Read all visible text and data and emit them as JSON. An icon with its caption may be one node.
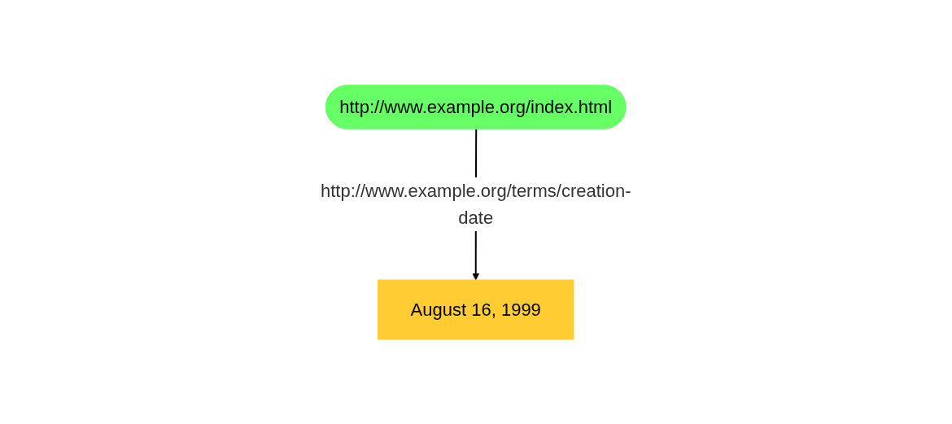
{
  "diagram": {
    "nodes": [
      {
        "text": [
          "http://www.example.org/index.html"
        ]
      },
      {
        "text": [
          "August 16, 1999"
        ]
      }
    ],
    "edges": [
      {
        "from": 0,
        "to": 1,
        "arrow": "to",
        "label": "http://www.example.org/terms/creation-date"
      }
    ]
  }
}
